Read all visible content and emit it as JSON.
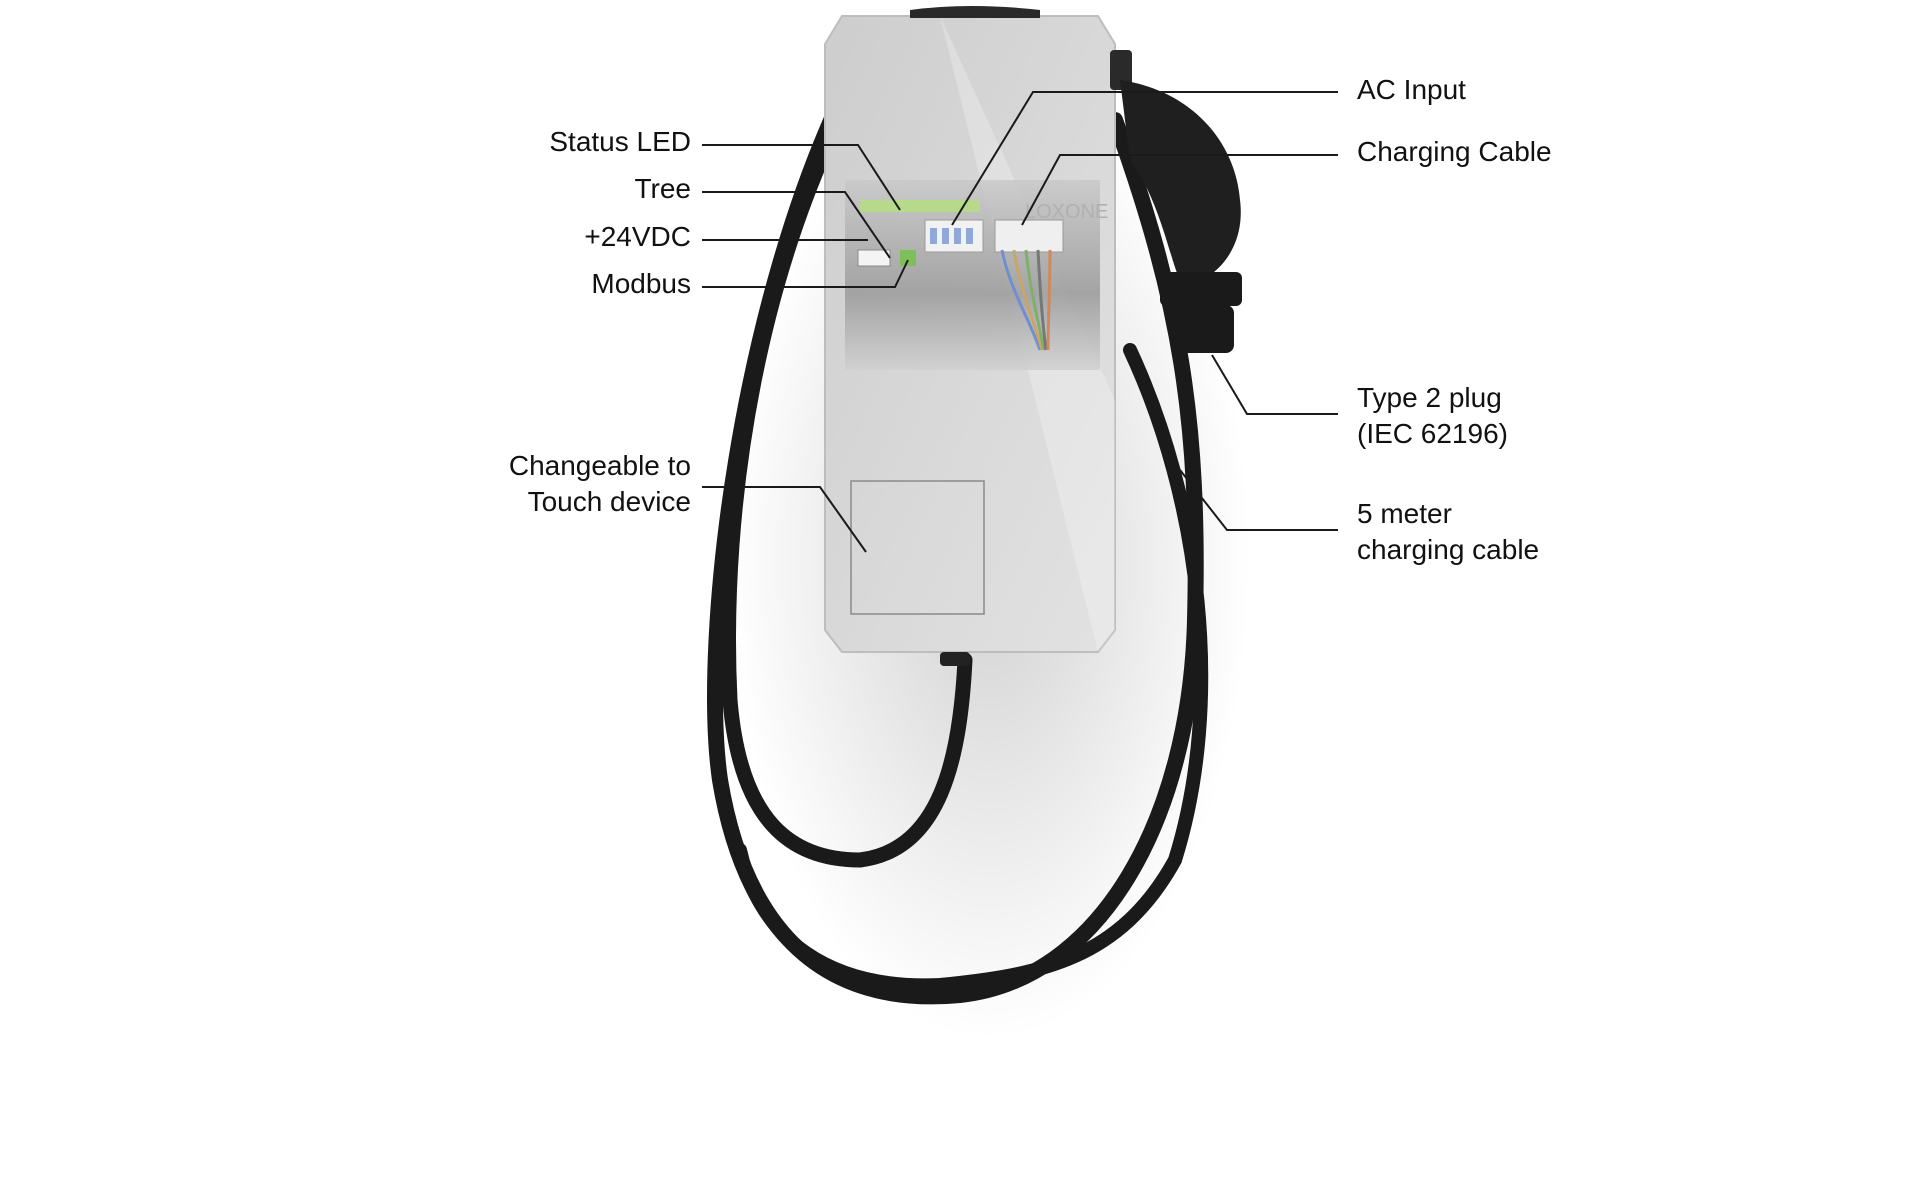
{
  "labels_left": [
    {
      "name": "label-status-led",
      "text": "Status LED"
    },
    {
      "name": "label-tree",
      "text": "Tree"
    },
    {
      "name": "label-24vdc",
      "text": "+24VDC"
    },
    {
      "name": "label-modbus",
      "text": "Modbus"
    },
    {
      "name": "label-touch-device",
      "line1": "Changeable to",
      "line2": "Touch device"
    }
  ],
  "labels_right": [
    {
      "name": "label-ac-input",
      "text": "AC Input"
    },
    {
      "name": "label-charging-cable",
      "text": "Charging Cable"
    },
    {
      "name": "label-type2-plug",
      "line1": "Type 2 plug",
      "line2": "(IEC 62196)"
    },
    {
      "name": "label-5m-cable",
      "line1": "5 meter",
      "line2": "charging cable"
    }
  ],
  "logo": {
    "text": "LOXONE"
  },
  "colors": {
    "housing": "#d4d4d4",
    "cable": "#1a1a1a",
    "leader_line": "#1a1a1a",
    "pcb_green": "#b7d98a"
  }
}
